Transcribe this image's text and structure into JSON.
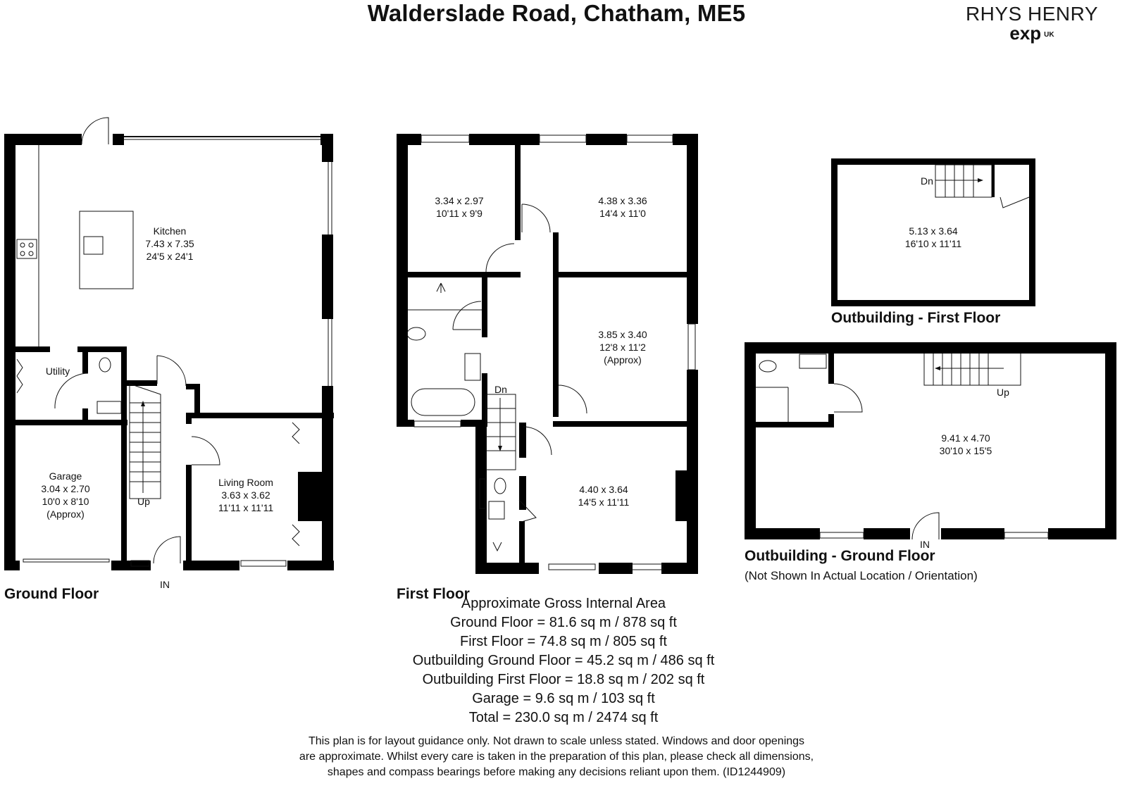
{
  "header": {
    "title": "Walderslade Road, Chatham, ME5",
    "brand": {
      "name": "RHYS HENRY",
      "sub": "exp",
      "region": "UK"
    }
  },
  "floors": {
    "ground": {
      "label": "Ground Floor",
      "rooms": {
        "kitchen": {
          "name": "Kitchen",
          "metric": "7.43 x 7.35",
          "imperial": "24'5 x 24'1"
        },
        "utility": {
          "name": "Utility"
        },
        "garage": {
          "name": "Garage",
          "metric": "3.04 x 2.70",
          "imperial": "10'0 x 8'10",
          "note": "(Approx)"
        },
        "living": {
          "name": "Living Room",
          "metric": "3.63 x 3.62",
          "imperial": "11'11 x 11'11"
        }
      },
      "stairs": "Up",
      "entrance": "IN"
    },
    "first": {
      "label": "First Floor",
      "rooms": {
        "bedroom_a": {
          "metric": "3.34 x 2.97",
          "imperial": "10'11 x 9'9"
        },
        "bedroom_b": {
          "metric": "4.38 x 3.36",
          "imperial": "14'4 x 11'0"
        },
        "bedroom_c": {
          "metric": "3.85 x 3.40",
          "imperial": "12'8 x 11'2",
          "note": "(Approx)"
        },
        "bedroom_d": {
          "metric": "4.40 x 3.64",
          "imperial": "14'5 x 11'11"
        }
      },
      "stairs": "Dn"
    },
    "outbuilding_first": {
      "label": "Outbuilding - First Floor",
      "rooms": {
        "main": {
          "metric": "5.13 x 3.64",
          "imperial": "16'10 x 11'11"
        }
      },
      "stairs": "Dn"
    },
    "outbuilding_ground": {
      "label": "Outbuilding - Ground Floor",
      "note": "(Not Shown In Actual Location / Orientation)",
      "rooms": {
        "main": {
          "metric": "9.41 x 4.70",
          "imperial": "30'10 x 15'5"
        }
      },
      "stairs": "Up",
      "entrance": "IN"
    }
  },
  "areas": {
    "heading": "Approximate Gross Internal Area",
    "lines": [
      "Ground Floor = 81.6 sq m / 878 sq ft",
      "First Floor = 74.8 sq m / 805 sq ft",
      "Outbuilding Ground Floor = 45.2 sq m / 486 sq ft",
      "Outbuilding First Floor = 18.8 sq m / 202 sq ft",
      "Garage = 9.6 sq m / 103 sq ft",
      "Total = 230.0 sq m / 2474 sq ft"
    ]
  },
  "disclaimer": {
    "lines": [
      "This plan is for layout guidance only. Not drawn to scale unless stated. Windows and door openings",
      "are approximate. Whilst every care is taken in the preparation of this plan, please check all dimensions,",
      "shapes and compass bearings before making any decisions reliant upon them. (ID1244909)"
    ]
  }
}
